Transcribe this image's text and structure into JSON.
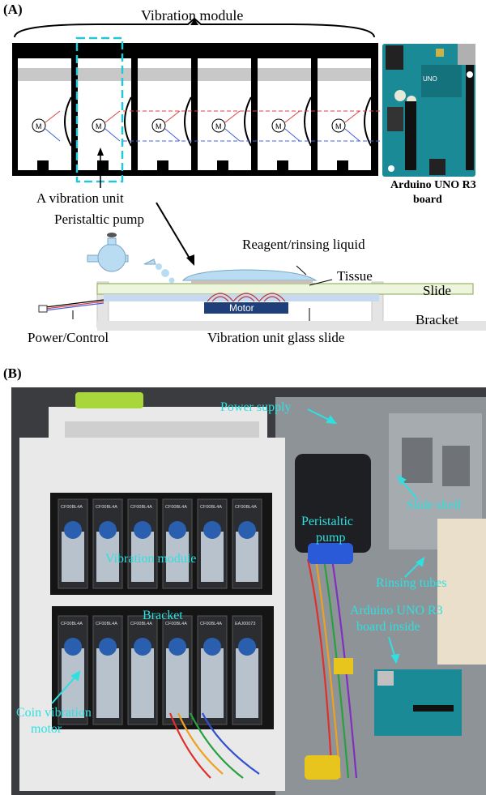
{
  "panel_a": {
    "label": "(A)",
    "vibration_module": "Vibration module",
    "unit_motor_symbol": "M",
    "vibration_unit": "A vibration unit",
    "arduino_board": {
      "line1": "Arduino UNO R3",
      "line2": "board"
    },
    "peristaltic_pump": "Peristaltic pump",
    "reagent": "Reagent/rinsing liquid",
    "tissue": "Tissue",
    "slide": "Slide",
    "motor": "Motor",
    "bracket": "Bracket",
    "power_control": "Power/Control",
    "glass_slide": "Vibration unit glass slide"
  },
  "panel_b": {
    "label": "(B)",
    "power_supply": "Power supply",
    "slide_shelf": "Slide shelf",
    "peristaltic_pump": {
      "line1": "Peristaltic",
      "line2": "pump"
    },
    "vibration_module": "Vibration module",
    "rinsing_tubes": "Rinsing tubes",
    "bracket": "Bracket",
    "arduino": {
      "line1": "Arduino UNO R3",
      "line2": "board inside"
    },
    "coin_motor": {
      "line1": "Coin vibration",
      "line2": "motor"
    },
    "top_chip_text": [
      "CF00BL4A",
      "CF00BL4A",
      "CF00BL4A",
      "CF00BL4A",
      "CF00BL4A",
      "CF00BL4A"
    ],
    "bottom_chip_text": [
      "CF00BL4A",
      "CF00BL4A",
      "CF00BL4A",
      "CF00BL4A",
      "CF00BL4A",
      "EAJ00073"
    ]
  },
  "colors": {
    "annotation_cyan": "#2ee0e0",
    "arduino_teal": "#1a8a96",
    "motor_navy": "#1f3f7a",
    "liquid_blue": "#b9dcf3",
    "lego_gray": "#9ea3a8"
  }
}
